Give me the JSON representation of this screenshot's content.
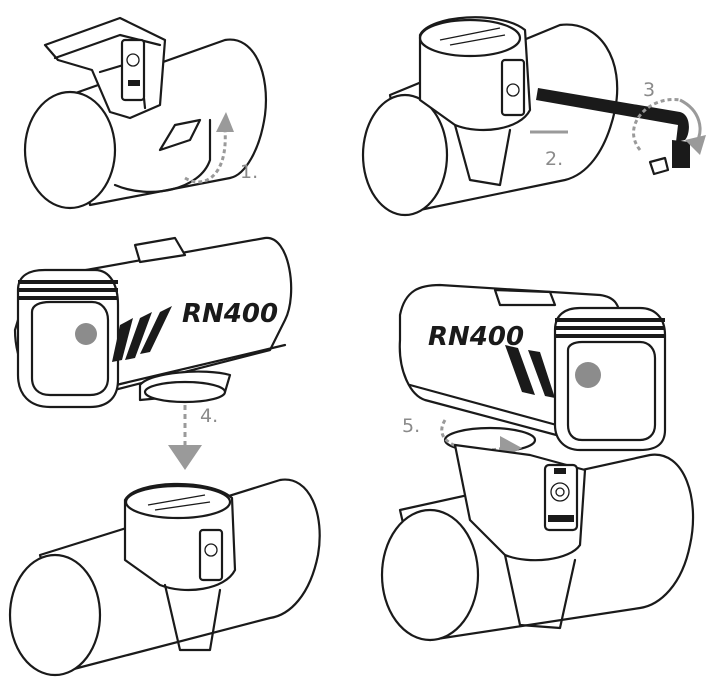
{
  "steps": {
    "step1": "1.",
    "step2": "2.",
    "step3": "3",
    "step4": "4.",
    "step5": "5."
  },
  "product": {
    "model_left": "RN400",
    "model_right": "RN400"
  },
  "colors": {
    "line": "#1a1a1a",
    "arrow": "#9a9a9a",
    "label": "#8a8a8a"
  }
}
